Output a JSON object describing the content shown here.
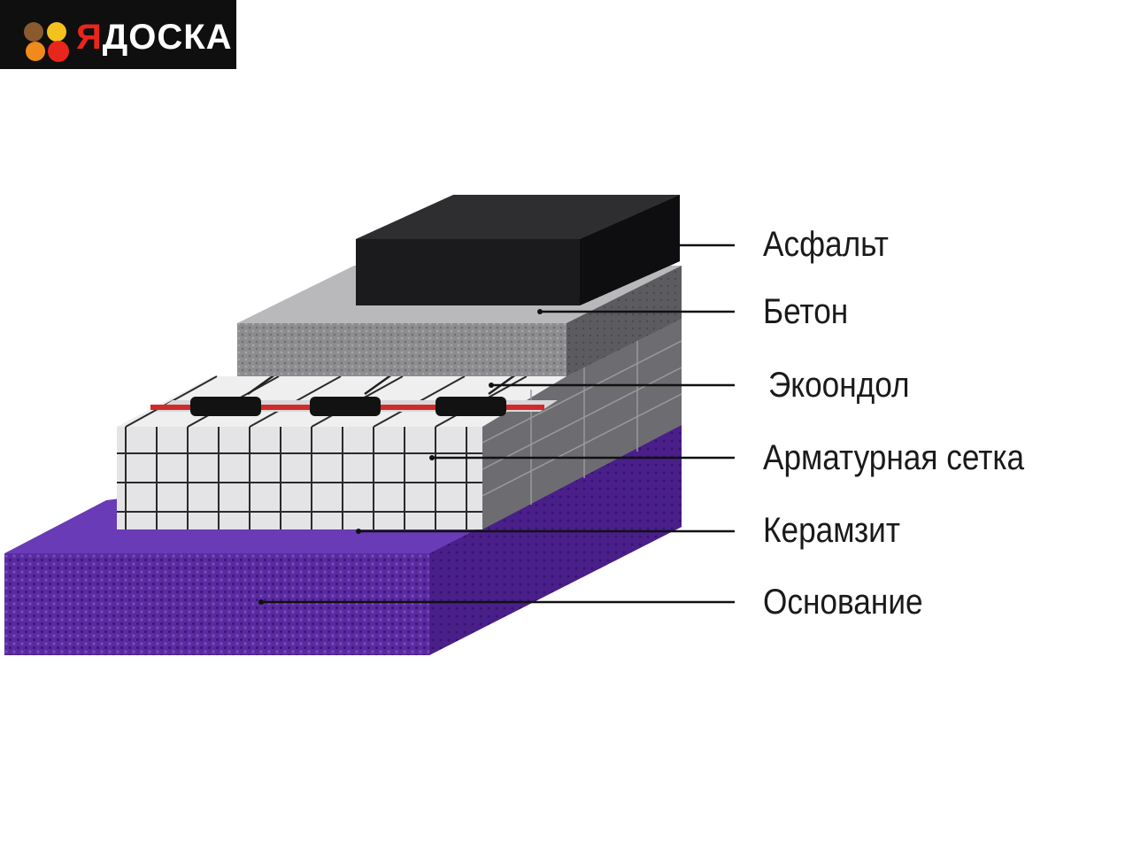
{
  "logo": {
    "first_letter": "Я",
    "rest": "ДОСКА"
  },
  "diagram": {
    "layers": [
      {
        "label": "Асфальт",
        "color": "#1b1b1d"
      },
      {
        "label": "Бетон",
        "color": "#8e8e92"
      },
      {
        "label": "Экоондол",
        "color": "#c8242a"
      },
      {
        "label": "Арматурная сетка",
        "color": "#e6e6e8"
      },
      {
        "label": "Керамзит",
        "color": "#6a6a6e"
      },
      {
        "label": "Основание",
        "color": "#5b2fa3"
      }
    ]
  }
}
